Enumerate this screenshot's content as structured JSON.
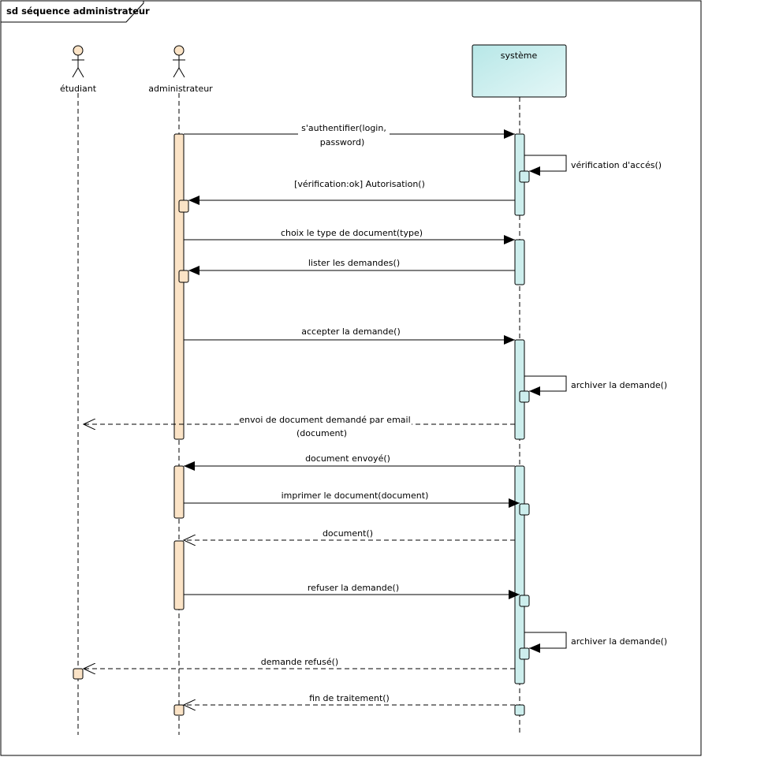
{
  "frame": {
    "title": "sd séquence administrateur"
  },
  "actors": [
    {
      "id": "etudiant",
      "label": "étudiant"
    },
    {
      "id": "admin",
      "label": "administrateur"
    }
  ],
  "system": {
    "label": "système"
  },
  "messages": [
    {
      "lines": [
        "s'authentifier(login,",
        "password)"
      ],
      "type": "sync"
    },
    {
      "lines": [
        "vérification d'accés()"
      ],
      "type": "self"
    },
    {
      "lines": [
        "[vérification:ok] Autorisation()"
      ],
      "type": "sync"
    },
    {
      "lines": [
        "choix le type de document(type)"
      ],
      "type": "sync"
    },
    {
      "lines": [
        "lister les demandes()"
      ],
      "type": "sync"
    },
    {
      "lines": [
        "accepter la demande()"
      ],
      "type": "sync"
    },
    {
      "lines": [
        "archiver la demande()"
      ],
      "type": "self"
    },
    {
      "lines": [
        "envoi de document demandé par email",
        "(document)"
      ],
      "type": "reply"
    },
    {
      "lines": [
        "document envoyé()"
      ],
      "type": "sync"
    },
    {
      "lines": [
        "imprimer le document(document)"
      ],
      "type": "sync"
    },
    {
      "lines": [
        "document()"
      ],
      "type": "reply"
    },
    {
      "lines": [
        "refuser la demande()"
      ],
      "type": "sync"
    },
    {
      "lines": [
        "archiver la demande()"
      ],
      "type": "self"
    },
    {
      "lines": [
        "demande refusé()"
      ],
      "type": "reply"
    },
    {
      "lines": [
        "fin de traitement()"
      ],
      "type": "reply"
    }
  ],
  "colors": {
    "admin_activation": "#fbe3c6",
    "system_activation": "#cdeeed",
    "system_box_start": "#b7e7e7",
    "system_box_end": "#e4f7f7",
    "actor_head": "#fbe3c6",
    "line": "#000000"
  }
}
